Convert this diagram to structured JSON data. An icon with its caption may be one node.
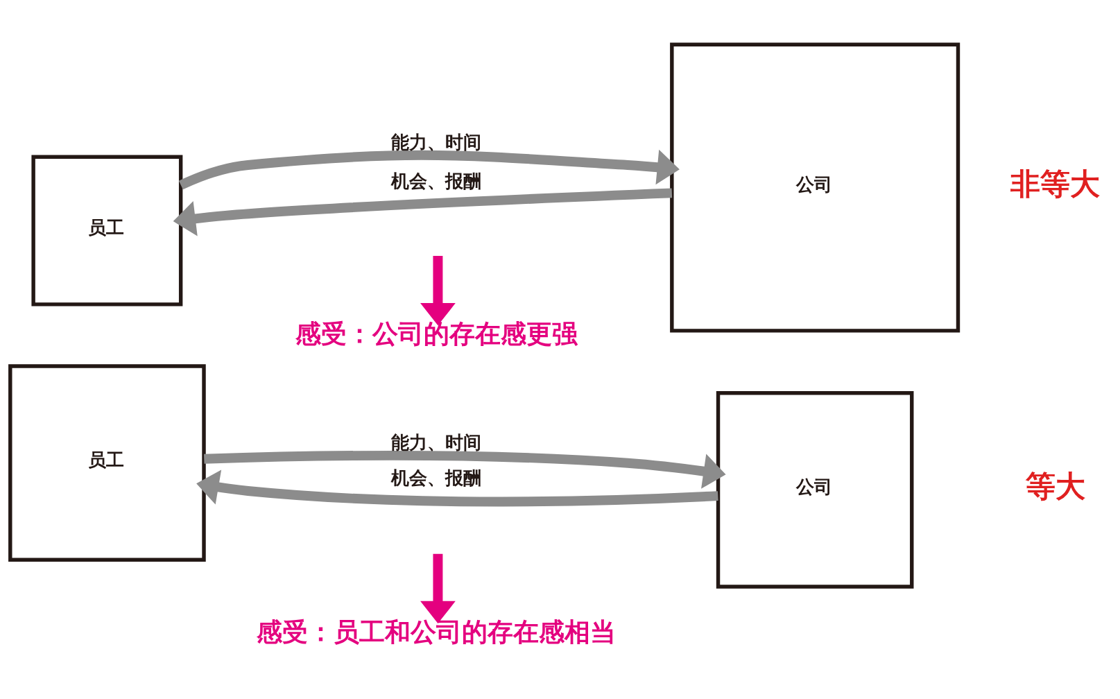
{
  "diagram": {
    "nodes": [
      {
        "text": [
          "员工"
        ]
      },
      {
        "text": [
          "公司"
        ]
      },
      {
        "text": [
          "感受：公司的存在感更强"
        ]
      },
      {
        "text": [
          "员工"
        ]
      },
      {
        "text": [
          "公司"
        ]
      },
      {
        "text": [
          "感受：员工和公司的存在感相当"
        ]
      }
    ],
    "edges": [
      {
        "from": 0,
        "to": 1,
        "arrow": "to",
        "label": "能力、时间"
      },
      {
        "from": 1,
        "to": 0,
        "arrow": "to",
        "label": "机会、报酬"
      },
      {
        "from": null,
        "to": 2,
        "arrow": "to",
        "color": "#e4007f"
      },
      {
        "from": 3,
        "to": 4,
        "arrow": "to",
        "label": "能力、时间"
      },
      {
        "from": 4,
        "to": 3,
        "arrow": "to",
        "label": "机会、报酬"
      },
      {
        "from": null,
        "to": 5,
        "arrow": "to",
        "color": "#e4007f"
      }
    ],
    "labels": [
      "非等大",
      "等大"
    ]
  }
}
